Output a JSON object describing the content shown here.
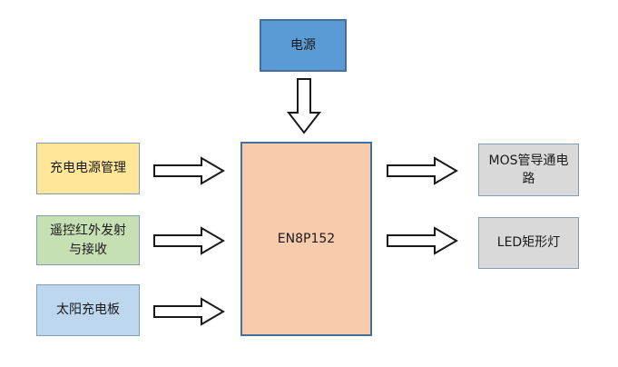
{
  "diagram": {
    "type": "block-diagram",
    "background": "#ffffff",
    "text_color": "#1a1a1a",
    "arrow_style": {
      "fill": "#ffffff",
      "stroke": "#1a1a1a",
      "stroke_width": 2
    },
    "nodes": {
      "power": {
        "label": "电源",
        "fill": "#5b9bd5",
        "border": "#41719c"
      },
      "mcu": {
        "label": "EN8P152",
        "fill": "#f8cbad",
        "border": "#41719c"
      },
      "charge_mgmt": {
        "label": "充电电源管理",
        "fill": "#ffe699",
        "border": "#7f9db9"
      },
      "ir_remote": {
        "label": "遥控红外发射与接收",
        "fill": "#c6e0b4",
        "border": "#7f9db9"
      },
      "solar_panel": {
        "label": "太阳充电板",
        "fill": "#bdd7ee",
        "border": "#7f9db9"
      },
      "mos_circuit": {
        "label": "MOS管导通电路",
        "fill": "#d9d9d9",
        "border": "#7f9db9"
      },
      "led_light": {
        "label": "LED矩形灯",
        "fill": "#d9d9d9",
        "border": "#7f9db9"
      }
    },
    "edges": [
      {
        "from": "power",
        "to": "mcu",
        "direction": "down"
      },
      {
        "from": "charge_mgmt",
        "to": "mcu",
        "direction": "right"
      },
      {
        "from": "ir_remote",
        "to": "mcu",
        "direction": "right"
      },
      {
        "from": "solar_panel",
        "to": "mcu",
        "direction": "right"
      },
      {
        "from": "mcu",
        "to": "mos_circuit",
        "direction": "right"
      },
      {
        "from": "mcu",
        "to": "led_light",
        "direction": "right"
      }
    ]
  }
}
